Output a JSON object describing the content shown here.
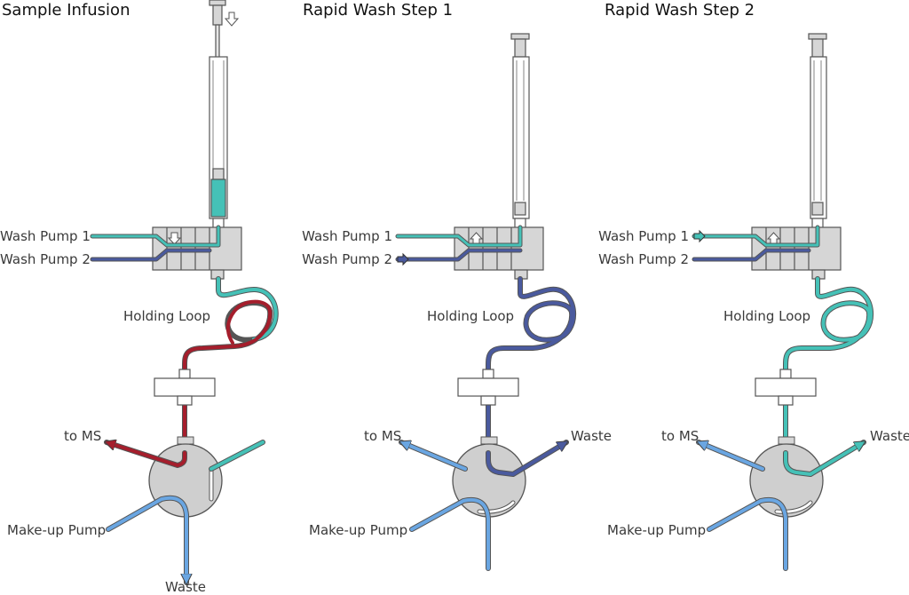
{
  "panels": [
    {
      "title": "Sample Infusion",
      "labels": {
        "wash_pump_1": "Wash Pump 1",
        "wash_pump_2": "Wash Pump 2",
        "holding_loop": "Holding Loop",
        "to_ms": "to MS",
        "makeup_pump": "Make-up Pump",
        "waste": "Waste"
      }
    },
    {
      "title": "Rapid Wash Step 1",
      "labels": {
        "wash_pump_1": "Wash Pump 1",
        "wash_pump_2": "Wash Pump 2",
        "holding_loop": "Holding Loop",
        "to_ms": "to MS",
        "makeup_pump": "Make-up Pump",
        "waste": "Waste"
      }
    },
    {
      "title": "Rapid Wash Step 2",
      "labels": {
        "wash_pump_1": "Wash Pump 1",
        "wash_pump_2": "Wash Pump 2",
        "holding_loop": "Holding Loop",
        "to_ms": "to MS",
        "makeup_pump": "Make-up Pump",
        "waste": "Waste"
      }
    }
  ],
  "colors": {
    "wash1_teal": "#45c1b7",
    "wash2_navy": "#4a5a9e",
    "sample_red": "#a51e2c",
    "makeup_blue": "#6aa6e2",
    "body_gray": "#d6d6d6",
    "outline": "#555555"
  }
}
